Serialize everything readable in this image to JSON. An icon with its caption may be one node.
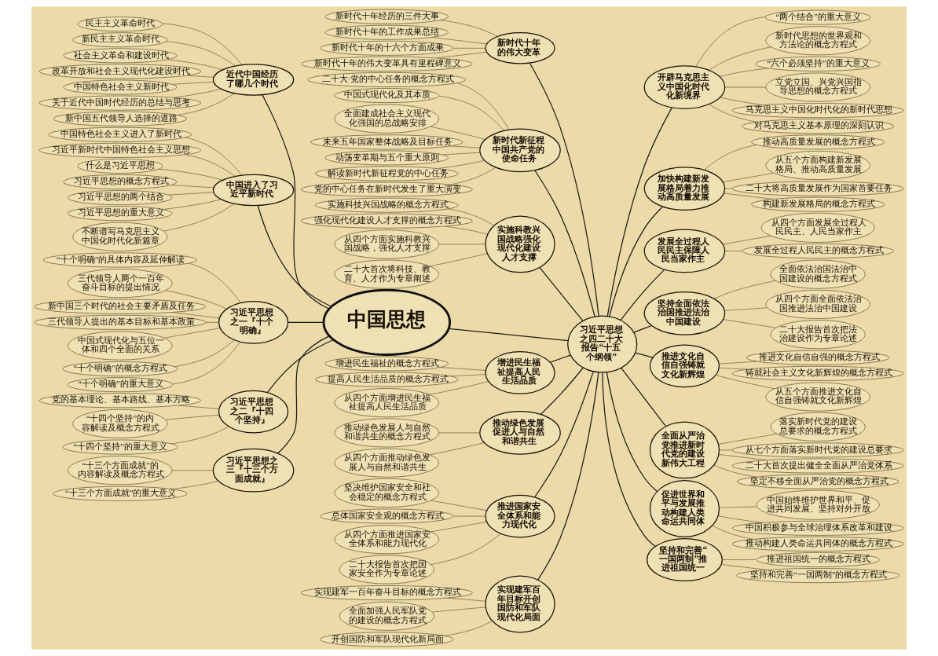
{
  "diagram": {
    "nodes": [
      {
        "text": [
          "中国思想"
        ]
      },
      {
        "text": [
          "近代中国经历了哪几个时代"
        ]
      },
      {
        "text": [
          "民主主义革命时代"
        ]
      },
      {
        "text": [
          "新民主主义革命时代"
        ]
      },
      {
        "text": [
          "社会主义革命和建设时代"
        ]
      },
      {
        "text": [
          "改革开放和社会主义现代化建设时代"
        ]
      },
      {
        "text": [
          "中国特色社会主义新时代"
        ]
      },
      {
        "text": [
          "关于近代中国时代经历的总结与思考"
        ]
      },
      {
        "text": [
          "新中国五代领导人选择的道路"
        ]
      },
      {
        "text": [
          "中国进入了习近平新时代"
        ]
      },
      {
        "text": [
          "中国特色社会主义进入了新时代"
        ]
      },
      {
        "text": [
          "习近平新时代中国特色社会主义思想"
        ]
      },
      {
        "text": [
          "什么是习近平思想"
        ]
      },
      {
        "text": [
          "习近平思想的概念方程式"
        ]
      },
      {
        "text": [
          "习近平思想的两个结合"
        ]
      },
      {
        "text": [
          "习近平思想的重大意义"
        ]
      },
      {
        "text": [
          "不断谱写马克思主义中国化时代化新篇章"
        ]
      },
      {
        "text": [
          "习近平思想之一『十个明确』"
        ]
      },
      {
        "text": [
          "“十个明确”的具体内容及延伸解读"
        ]
      },
      {
        "text": [
          "三代领导人两个一百年奋斗目标的提出情况"
        ]
      },
      {
        "text": [
          "新中国三个时代的社会主要矛盾及任务"
        ]
      },
      {
        "text": [
          "三代领导人提出的基本目标和基本政策"
        ]
      },
      {
        "text": [
          "中国式现代化与五位一体和四个全面的关系"
        ]
      },
      {
        "text": [
          "“十个明确”的概念方程式"
        ]
      },
      {
        "text": [
          "“十个明确”的重大意义"
        ]
      },
      {
        "text": [
          "习近平思想之二『十四个坚持』"
        ]
      },
      {
        "text": [
          "党的基本理论、基本路线、基本方略"
        ]
      },
      {
        "text": [
          "“十四个坚持”的内容解读及概念方程式"
        ]
      },
      {
        "text": [
          "“十四个坚持”的重大意义"
        ]
      },
      {
        "text": [
          "习近平思想之三『十三个方面成就』"
        ]
      },
      {
        "text": [
          "“十三个方面成就”的内容解读及概念方程式"
        ]
      },
      {
        "text": [
          "“十三个方面成就”的重大意义"
        ]
      },
      {
        "text": [
          "习近平思想之四二十大报告“十五个纲领”"
        ]
      },
      {
        "text": [
          "新时代十年的伟大变革"
        ]
      },
      {
        "text": [
          "新时代十年经历的三件大事"
        ]
      },
      {
        "text": [
          "新时代十年的工作成果总结"
        ]
      },
      {
        "text": [
          "新时代十年的十六个方面成果"
        ]
      },
      {
        "text": [
          "新时代十年的伟大变革具有里程碑意义"
        ]
      },
      {
        "text": [
          "开辟马克思主义中国化时代化新境界"
        ]
      },
      {
        "text": [
          "立党立国、兴党兴国指导思想的概念方程式"
        ]
      },
      {
        "text": [
          "马克思主义中国化时代化的新时代思想"
        ]
      },
      {
        "text": [
          "对马克思主义基本原理的深刻认识"
        ]
      },
      {
        "text": [
          "“两个结合”的重大意义"
        ]
      },
      {
        "text": [
          "新时代思想的世界观和方法论的概念方程式"
        ]
      },
      {
        "text": [
          "“六个必须坚持”的重大意义"
        ]
      },
      {
        "text": [
          "新时代新征程中国共产党的使命任务"
        ]
      },
      {
        "text": [
          "二十大·党的中心任务的概念方程式"
        ]
      },
      {
        "text": [
          "中国式现代化及其本质"
        ]
      },
      {
        "text": [
          "全面建成社会主义现代化强国的总战略安排"
        ]
      },
      {
        "text": [
          "未来五年国家整体战略及目标任务"
        ]
      },
      {
        "text": [
          "动荡变革期与五个重大原则"
        ]
      },
      {
        "text": [
          "解读新时代新征程党的中心任务"
        ]
      },
      {
        "text": [
          "党的中心任务在新时代发生了重大演变"
        ]
      },
      {
        "text": [
          "加快构建新发展格局着力推动高质量发展"
        ]
      },
      {
        "text": [
          "构建新发展格局的概念方程式"
        ]
      },
      {
        "text": [
          "推动高质量发展的概念方程式"
        ]
      },
      {
        "text": [
          "从五个方面构建新发展格局、推动高质量发展"
        ]
      },
      {
        "text": [
          "二十大将高质量发展作为国家首要任务"
        ]
      },
      {
        "text": [
          "实施科教兴国战略强化现代化建设人才支撑"
        ]
      },
      {
        "text": [
          "实施科技兴国战略的概念方程式"
        ]
      },
      {
        "text": [
          "强化现代化建设人才支撑的概念方程式"
        ]
      },
      {
        "text": [
          "从四个方面实施科教兴国战略，强化人才支撑"
        ]
      },
      {
        "text": [
          "二十大首次将科技、教育、人才作为专章阐述"
        ]
      },
      {
        "text": [
          "发展全过程人民民主保障人民当家作主"
        ]
      },
      {
        "text": [
          "发展全过程人民民主的概念方程式"
        ]
      },
      {
        "text": [
          "从四个方面发展全过程人民民主、人民当家作主"
        ]
      },
      {
        "text": [
          "坚持全面依法治国推进法治中国建设"
        ]
      },
      {
        "text": [
          "全面依法治国法治中国建设的概念方程式"
        ]
      },
      {
        "text": [
          "从四个方面全面依法治国推进法治中国建设"
        ]
      },
      {
        "text": [
          "二十大报告首次把法治建设作为专章论述"
        ]
      },
      {
        "text": [
          "增进民生福祉提高人民生活品质"
        ]
      },
      {
        "text": [
          "增进民生福祉的概念方程式"
        ]
      },
      {
        "text": [
          "提高人民生活品质的概念方程式"
        ]
      },
      {
        "text": [
          "从四个方面增进民生福祉提高人民生活品质"
        ]
      },
      {
        "text": [
          "推进文化自信自强铸就文化新辉煌"
        ]
      },
      {
        "text": [
          "推进文化自信自强的概念方程式"
        ]
      },
      {
        "text": [
          "铸就社会主义文化新辉煌的概念方程式"
        ]
      },
      {
        "text": [
          "从五个方面推进文化自信自强铸就文化新辉煌"
        ]
      },
      {
        "text": [
          "推动绿色发展促进人与自然和谐共生"
        ]
      },
      {
        "text": [
          "推动绿色发展人与自然和谐共生的概念方程式"
        ]
      },
      {
        "text": [
          "从四个方面推动绿色发展人与自然和谐共生"
        ]
      },
      {
        "text": [
          "全面从严治党推进新时代党的建设新伟大工程"
        ]
      },
      {
        "text": [
          "坚定不移全面从严治党的概念方程式"
        ]
      },
      {
        "text": [
          "落实新时代党的建设总要求的概念方程式"
        ]
      },
      {
        "text": [
          "从七个方面落实新时代党的建设总要求"
        ]
      },
      {
        "text": [
          "二十大首次提出健全全面从严治党体系"
        ]
      },
      {
        "text": [
          "促进世界和平与发展推动构建人类命运共同体"
        ]
      },
      {
        "text": [
          "中国始终维护世界和平、促进共同发展、坚持对外开放"
        ]
      },
      {
        "text": [
          "中国积极参与全球治理体系改革和建设"
        ]
      },
      {
        "text": [
          "推动构建人类命运共同体的概念方程式"
        ]
      },
      {
        "text": [
          "推进国家安全体系和能力现代化"
        ]
      },
      {
        "text": [
          "坚决维护国家安全和社会稳定的概念方程式"
        ]
      },
      {
        "text": [
          "总体国家安全观的概念方程式"
        ]
      },
      {
        "text": [
          "从四个方面推进国家安全体系和能力现代化"
        ]
      },
      {
        "text": [
          "二十大报告首次把国家安全作为专章论述"
        ]
      },
      {
        "text": [
          "实现建军百年目标开创国防和军队现代化局面"
        ]
      },
      {
        "text": [
          "实现建军一百年奋斗目标的概念方程式"
        ]
      },
      {
        "text": [
          "全面加强人民军队党的建设的概念方程式"
        ]
      },
      {
        "text": [
          "开创国防和军队现代化新局面"
        ]
      },
      {
        "text": [
          "坚持和完善“一国两制”推进祖国统一"
        ]
      },
      {
        "text": [
          "坚持和完善“一国两制”的概念方程式"
        ]
      },
      {
        "text": [
          "推进祖国统一的概念方程式"
        ]
      }
    ],
    "edges": [
      {
        "from": 1,
        "to": 0,
        "arrow": "none",
        "color": "#1a1a1a"
      },
      {
        "from": 2,
        "to": 1,
        "arrow": "none"
      },
      {
        "from": 3,
        "to": 1,
        "arrow": "none"
      },
      {
        "from": 4,
        "to": 1,
        "arrow": "none"
      },
      {
        "from": 5,
        "to": 1,
        "arrow": "none"
      },
      {
        "from": 6,
        "to": 1,
        "arrow": "none"
      },
      {
        "from": 7,
        "to": 1,
        "arrow": "none"
      },
      {
        "from": 8,
        "to": 1,
        "arrow": "none"
      },
      {
        "from": 9,
        "to": 0,
        "arrow": "none",
        "color": "#1a1a1a"
      },
      {
        "from": 10,
        "to": 9,
        "arrow": "none"
      },
      {
        "from": 11,
        "to": 9,
        "arrow": "none"
      },
      {
        "from": 12,
        "to": 9,
        "arrow": "none"
      },
      {
        "from": 13,
        "to": 9,
        "arrow": "none"
      },
      {
        "from": 14,
        "to": 9,
        "arrow": "none"
      },
      {
        "from": 15,
        "to": 9,
        "arrow": "none"
      },
      {
        "from": 16,
        "to": 9,
        "arrow": "none"
      },
      {
        "from": 17,
        "to": 0,
        "arrow": "none",
        "color": "#1a1a1a"
      },
      {
        "from": 18,
        "to": 17,
        "arrow": "none"
      },
      {
        "from": 19,
        "to": 17,
        "arrow": "none"
      },
      {
        "from": 20,
        "to": 17,
        "arrow": "none"
      },
      {
        "from": 21,
        "to": 17,
        "arrow": "none"
      },
      {
        "from": 22,
        "to": 17,
        "arrow": "none"
      },
      {
        "from": 23,
        "to": 17,
        "arrow": "none"
      },
      {
        "from": 24,
        "to": 17,
        "arrow": "none"
      },
      {
        "from": 25,
        "to": 0,
        "arrow": "none",
        "color": "#1a1a1a"
      },
      {
        "from": 26,
        "to": 25,
        "arrow": "none"
      },
      {
        "from": 27,
        "to": 25,
        "arrow": "none"
      },
      {
        "from": 28,
        "to": 25,
        "arrow": "none"
      },
      {
        "from": 29,
        "to": 0,
        "arrow": "none",
        "color": "#1a1a1a"
      },
      {
        "from": 30,
        "to": 29,
        "arrow": "none"
      },
      {
        "from": 31,
        "to": 29,
        "arrow": "none"
      },
      {
        "from": 33,
        "to": 32,
        "arrow": "none",
        "color": "#1a1a1a"
      },
      {
        "from": 34,
        "to": 33,
        "arrow": "none"
      },
      {
        "from": 35,
        "to": 33,
        "arrow": "none"
      },
      {
        "from": 36,
        "to": 33,
        "arrow": "none"
      },
      {
        "from": 37,
        "to": 33,
        "arrow": "none"
      },
      {
        "from": 32,
        "to": 38,
        "arrow": "none",
        "color": "#1a1a1a"
      },
      {
        "from": 38,
        "to": 39,
        "arrow": "none"
      },
      {
        "from": 38,
        "to": 40,
        "arrow": "none"
      },
      {
        "from": 38,
        "to": 41,
        "arrow": "none"
      },
      {
        "from": 38,
        "to": 42,
        "arrow": "none"
      },
      {
        "from": 38,
        "to": 43,
        "arrow": "none"
      },
      {
        "from": 38,
        "to": 44,
        "arrow": "none"
      },
      {
        "from": 45,
        "to": 32,
        "arrow": "none",
        "color": "#1a1a1a"
      },
      {
        "from": 46,
        "to": 45,
        "arrow": "none"
      },
      {
        "from": 47,
        "to": 45,
        "arrow": "none"
      },
      {
        "from": 48,
        "to": 45,
        "arrow": "none"
      },
      {
        "from": 49,
        "to": 45,
        "arrow": "none"
      },
      {
        "from": 50,
        "to": 45,
        "arrow": "none"
      },
      {
        "from": 51,
        "to": 45,
        "arrow": "none"
      },
      {
        "from": 52,
        "to": 45,
        "arrow": "none"
      },
      {
        "from": 32,
        "to": 53,
        "arrow": "none",
        "color": "#1a1a1a"
      },
      {
        "from": 53,
        "to": 54,
        "arrow": "none"
      },
      {
        "from": 53,
        "to": 55,
        "arrow": "none"
      },
      {
        "from": 53,
        "to": 56,
        "arrow": "none"
      },
      {
        "from": 53,
        "to": 57,
        "arrow": "none"
      },
      {
        "from": 58,
        "to": 32,
        "arrow": "none",
        "color": "#1a1a1a"
      },
      {
        "from": 59,
        "to": 58,
        "arrow": "none"
      },
      {
        "from": 60,
        "to": 58,
        "arrow": "none"
      },
      {
        "from": 61,
        "to": 58,
        "arrow": "none"
      },
      {
        "from": 62,
        "to": 58,
        "arrow": "none"
      },
      {
        "from": 0,
        "to": 32,
        "arrow": "none",
        "color": "#1a1a1a"
      },
      {
        "from": 32,
        "to": 63,
        "arrow": "none",
        "color": "#1a1a1a"
      },
      {
        "from": 63,
        "to": 64,
        "arrow": "none"
      },
      {
        "from": 63,
        "to": 65,
        "arrow": "none"
      },
      {
        "from": 32,
        "to": 66,
        "arrow": "none",
        "color": "#1a1a1a"
      },
      {
        "from": 66,
        "to": 67,
        "arrow": "none"
      },
      {
        "from": 66,
        "to": 68,
        "arrow": "none"
      },
      {
        "from": 66,
        "to": 69,
        "arrow": "none"
      },
      {
        "from": 70,
        "to": 32,
        "arrow": "none",
        "color": "#1a1a1a"
      },
      {
        "from": 71,
        "to": 70,
        "arrow": "none"
      },
      {
        "from": 72,
        "to": 70,
        "arrow": "none"
      },
      {
        "from": 73,
        "to": 70,
        "arrow": "none"
      },
      {
        "from": 32,
        "to": 74,
        "arrow": "none",
        "color": "#1a1a1a"
      },
      {
        "from": 74,
        "to": 75,
        "arrow": "none"
      },
      {
        "from": 74,
        "to": 76,
        "arrow": "none"
      },
      {
        "from": 74,
        "to": 77,
        "arrow": "none"
      },
      {
        "from": 78,
        "to": 32,
        "arrow": "none",
        "color": "#1a1a1a"
      },
      {
        "from": 79,
        "to": 78,
        "arrow": "none"
      },
      {
        "from": 80,
        "to": 78,
        "arrow": "none"
      },
      {
        "from": 32,
        "to": 81,
        "arrow": "none",
        "color": "#1a1a1a"
      },
      {
        "from": 81,
        "to": 82,
        "arrow": "none"
      },
      {
        "from": 81,
        "to": 83,
        "arrow": "none"
      },
      {
        "from": 81,
        "to": 84,
        "arrow": "none"
      },
      {
        "from": 81,
        "to": 85,
        "arrow": "none"
      },
      {
        "from": 32,
        "to": 86,
        "arrow": "none",
        "color": "#1a1a1a"
      },
      {
        "from": 86,
        "to": 87,
        "arrow": "none"
      },
      {
        "from": 86,
        "to": 88,
        "arrow": "none"
      },
      {
        "from": 86,
        "to": 89,
        "arrow": "none"
      },
      {
        "from": 90,
        "to": 32,
        "arrow": "none",
        "color": "#1a1a1a"
      },
      {
        "from": 91,
        "to": 90,
        "arrow": "none"
      },
      {
        "from": 92,
        "to": 90,
        "arrow": "none"
      },
      {
        "from": 93,
        "to": 90,
        "arrow": "none"
      },
      {
        "from": 94,
        "to": 90,
        "arrow": "none"
      },
      {
        "from": 95,
        "to": 32,
        "arrow": "none",
        "color": "#1a1a1a"
      },
      {
        "from": 96,
        "to": 95,
        "arrow": "none"
      },
      {
        "from": 97,
        "to": 95,
        "arrow": "none"
      },
      {
        "from": 98,
        "to": 95,
        "arrow": "none"
      },
      {
        "from": 32,
        "to": 99,
        "arrow": "none",
        "color": "#1a1a1a"
      },
      {
        "from": 99,
        "to": 100,
        "arrow": "none"
      },
      {
        "from": 99,
        "to": 101,
        "arrow": "none"
      }
    ]
  }
}
